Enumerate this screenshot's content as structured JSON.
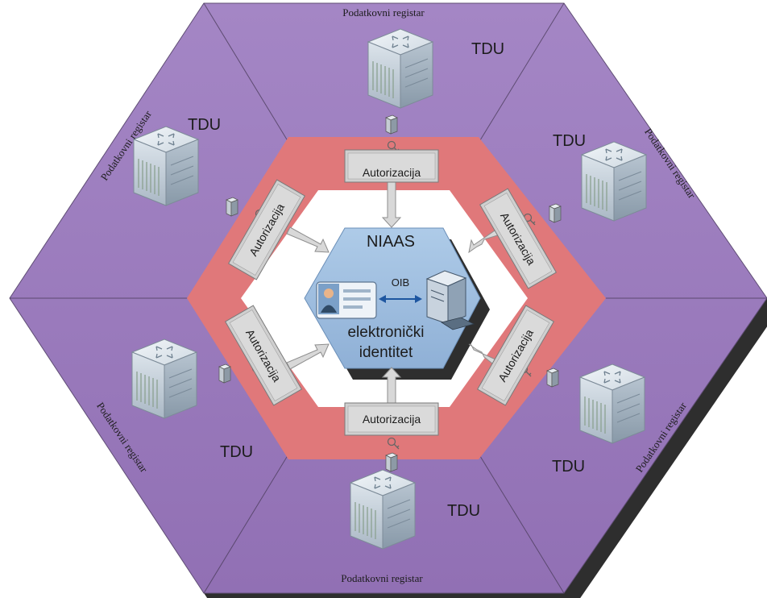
{
  "center": {
    "title": "NIAAS",
    "link_label": "OIB",
    "identity_line1": "elektronički",
    "identity_line2": "identitet"
  },
  "sectors": [
    {
      "tdu": "TDU",
      "register": "Podatkovni registar",
      "auth": "Autorizacija"
    },
    {
      "tdu": "TDU",
      "register": "Podatkovni registar",
      "auth": "Autorizacija"
    },
    {
      "tdu": "TDU",
      "register": "Podatkovni registar",
      "auth": "Autorizacija"
    },
    {
      "tdu": "TDU",
      "register": "Podatkovni registar",
      "auth": "Autorizacija"
    },
    {
      "tdu": "TDU",
      "register": "Podatkovni registar",
      "auth": "Autorizacija"
    },
    {
      "tdu": "TDU",
      "register": "Podatkovni registar",
      "auth": "Autorizacija"
    }
  ],
  "colors": {
    "outer_hexagon": "#9a78bd",
    "authorization_ring": "#e0787a",
    "core_hexagon": "#a4c2e2",
    "shadow": "#2e2e2e",
    "auth_box": "#cfcfcf"
  }
}
